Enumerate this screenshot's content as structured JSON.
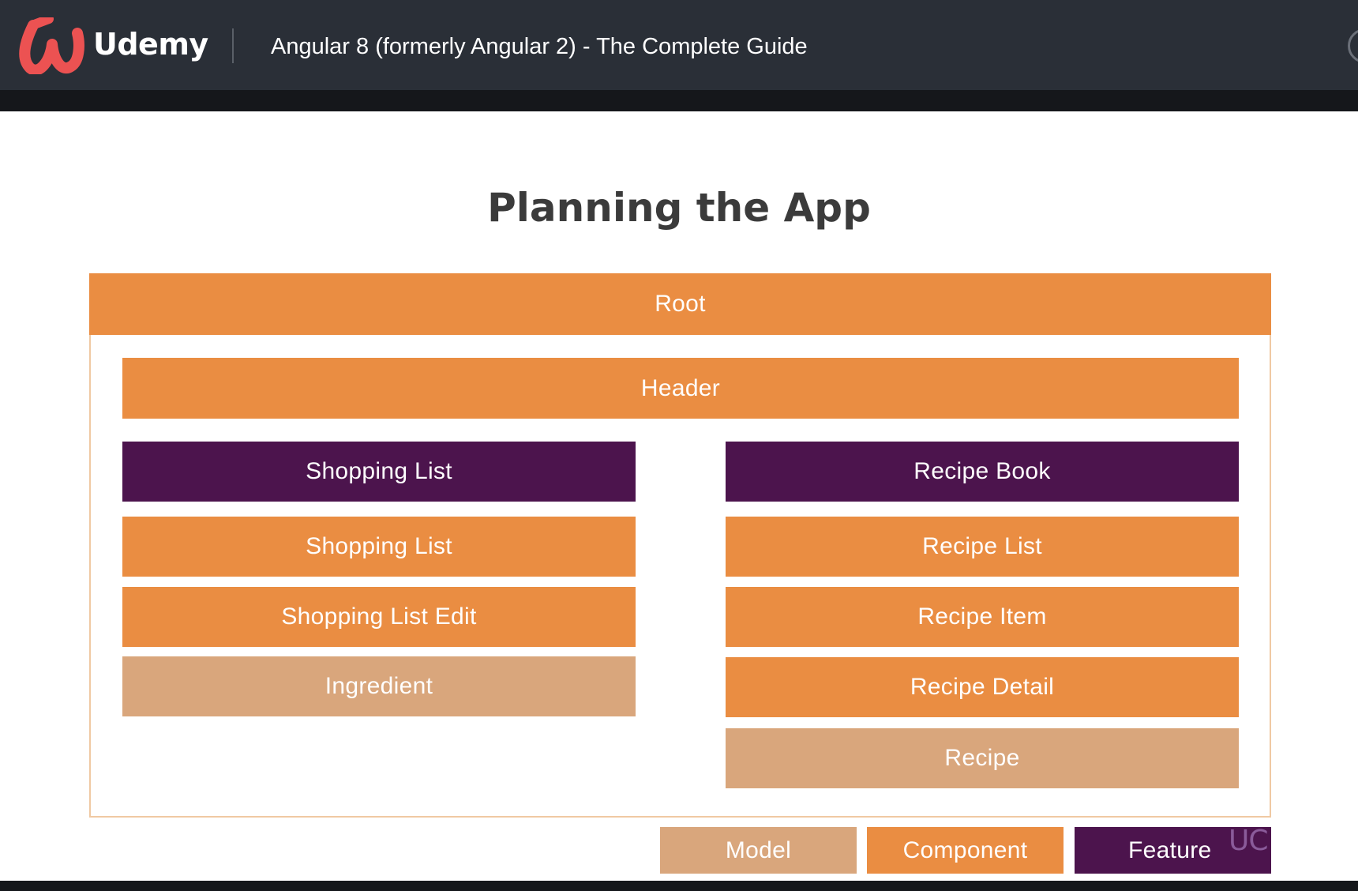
{
  "header": {
    "brand": "Udemy",
    "course_title": "Angular 8 (formerly Angular 2) - The Complete Guide"
  },
  "slide": {
    "title": "Planning the App",
    "boxes": {
      "root": "Root",
      "header": "Header",
      "shopping_list_feature": "Shopping List",
      "shopping_list": "Shopping List",
      "shopping_list_edit": "Shopping List Edit",
      "ingredient": "Ingredient",
      "recipe_book": "Recipe Book",
      "recipe_list": "Recipe List",
      "recipe_item": "Recipe Item",
      "recipe_detail": "Recipe Detail",
      "recipe": "Recipe"
    },
    "legend": {
      "model": "Model",
      "component": "Component",
      "feature": "Feature"
    },
    "watermark": "UC"
  },
  "colors": {
    "component": "#ea8d42",
    "feature": "#4c144d",
    "model": "#d9a67c",
    "brand_accent": "#ec5252",
    "topbar": "#2a2f37"
  }
}
